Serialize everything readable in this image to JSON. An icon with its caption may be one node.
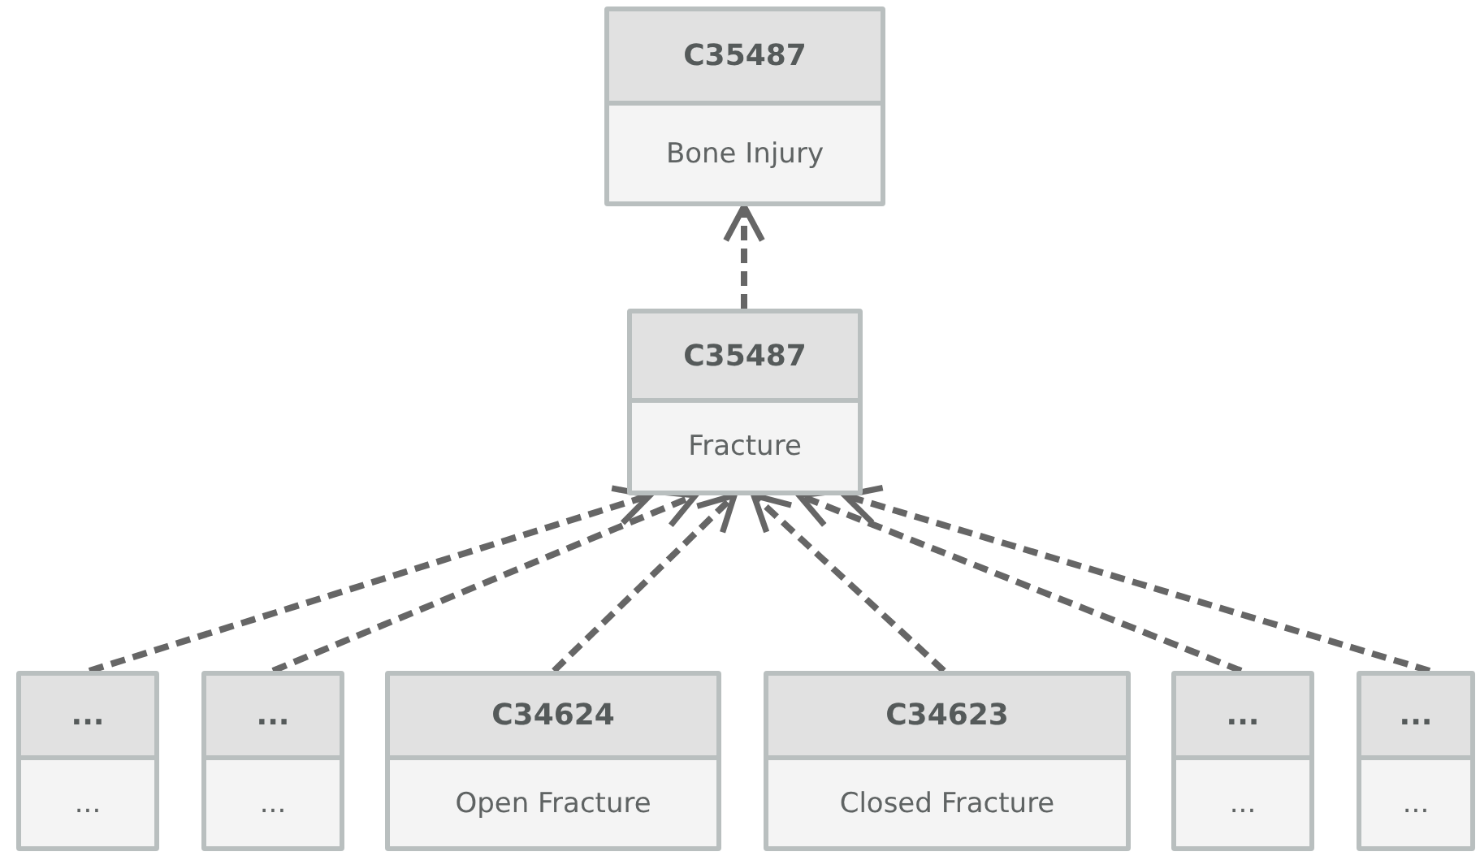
{
  "diagram": {
    "nodes": [
      {
        "text": [
          "C35487",
          "Bone Injury"
        ]
      },
      {
        "text": [
          "C35487",
          "Fracture"
        ]
      },
      {
        "text": [
          "...",
          "..."
        ]
      },
      {
        "text": [
          "...",
          "..."
        ]
      },
      {
        "text": [
          "C34624",
          "Open Fracture"
        ]
      },
      {
        "text": [
          "C34623",
          "Closed Fracture"
        ]
      },
      {
        "text": [
          "...",
          "..."
        ]
      },
      {
        "text": [
          "...",
          "..."
        ]
      }
    ],
    "edges": [
      {
        "from": 1,
        "to": 0,
        "arrow": "to",
        "style": "dashed"
      },
      {
        "from": 2,
        "to": 1,
        "arrow": "to",
        "style": "dashed"
      },
      {
        "from": 3,
        "to": 1,
        "arrow": "to",
        "style": "dashed"
      },
      {
        "from": 4,
        "to": 1,
        "arrow": "to",
        "style": "dashed"
      },
      {
        "from": 5,
        "to": 1,
        "arrow": "to",
        "style": "dashed"
      },
      {
        "from": 6,
        "to": 1,
        "arrow": "to",
        "style": "dashed"
      },
      {
        "from": 7,
        "to": 1,
        "arrow": "to",
        "style": "dashed"
      }
    ]
  }
}
